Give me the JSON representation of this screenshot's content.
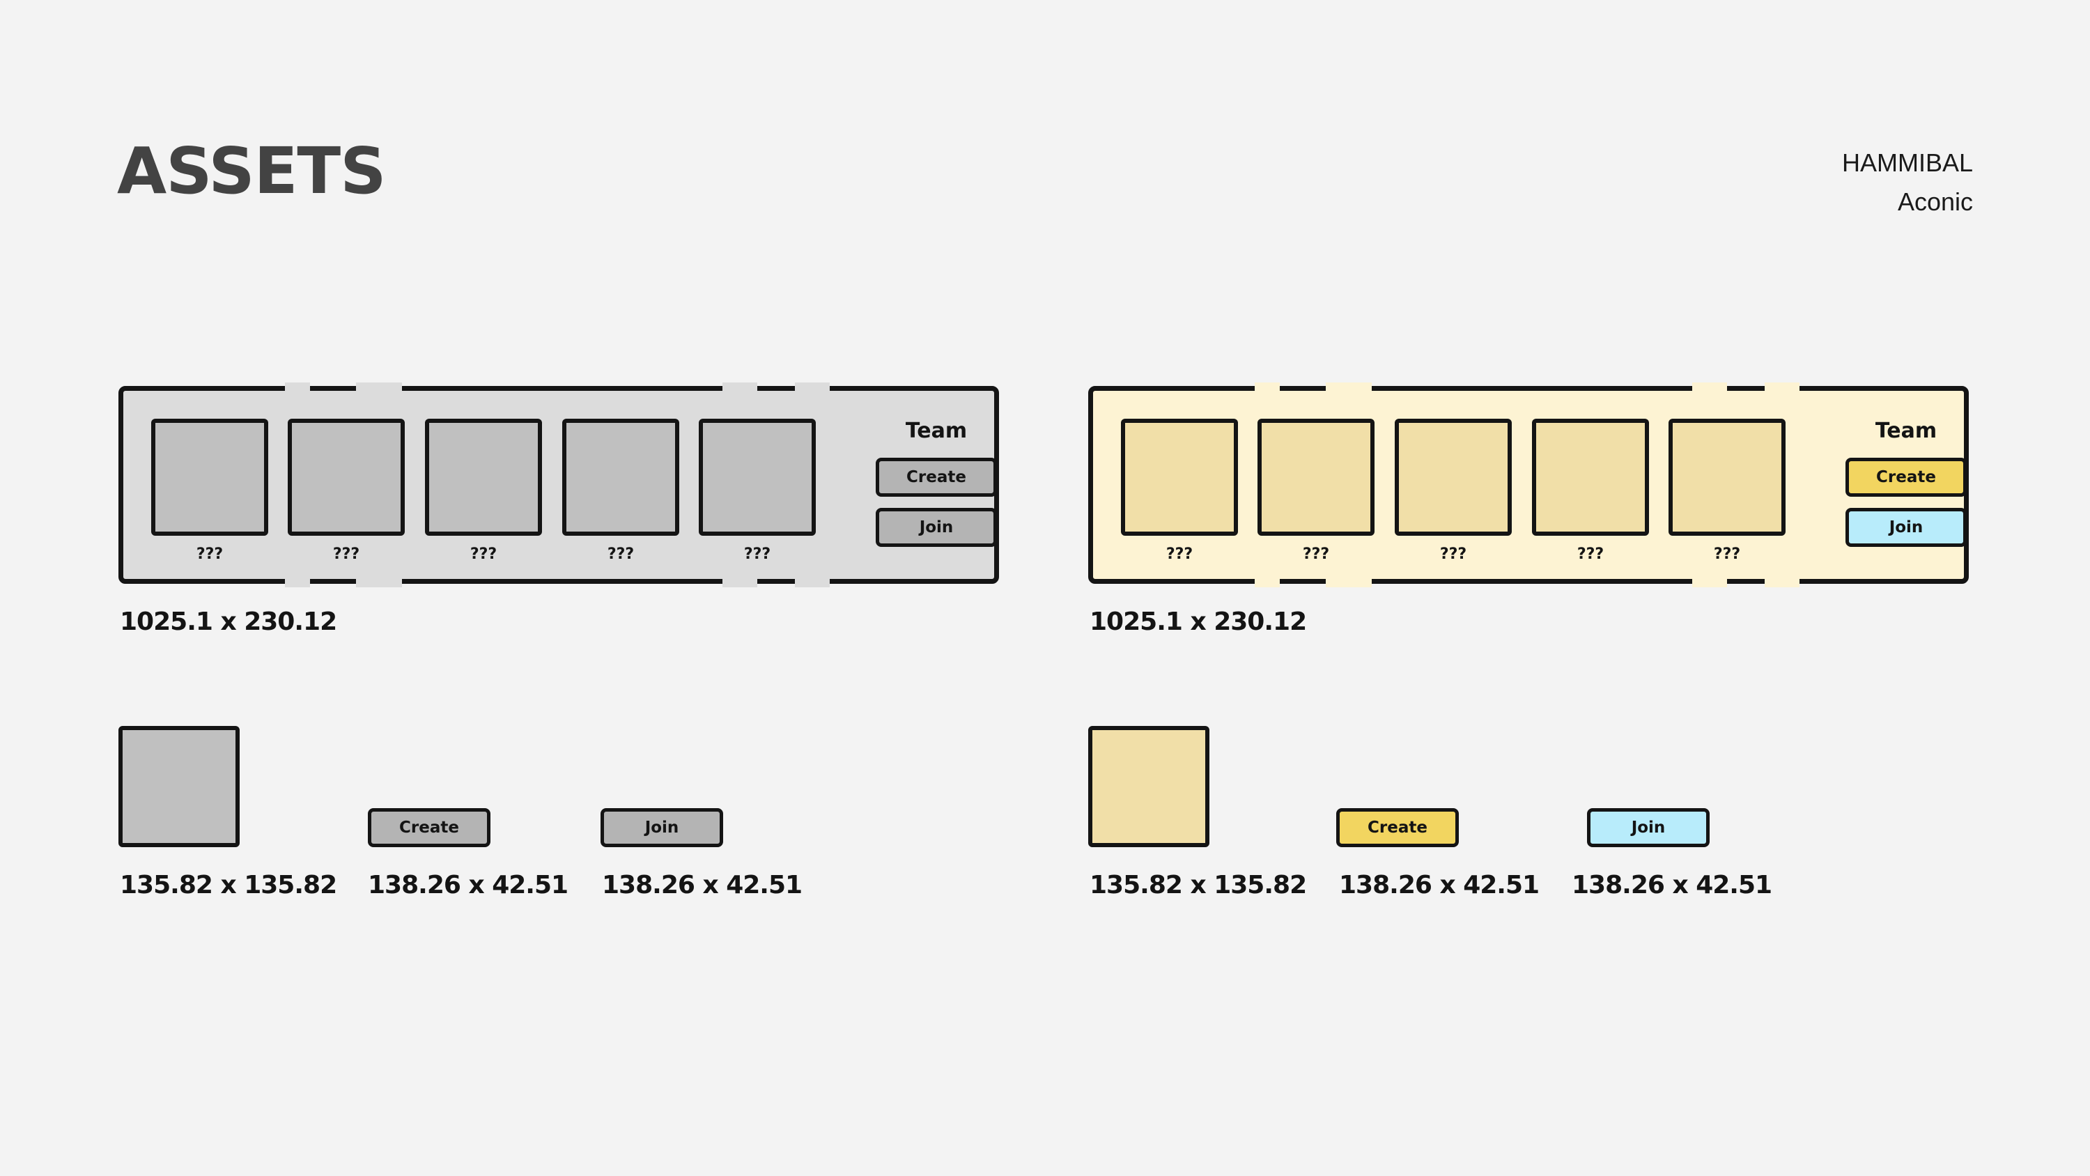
{
  "header": {
    "title": "ASSETS",
    "brand_line1": "HAMMIBAL",
    "brand_line2": "Aconic"
  },
  "panels": [
    {
      "variant": "gray",
      "slot_labels": [
        "???",
        "???",
        "???",
        "???",
        "???"
      ],
      "team_label": "Team",
      "create_label": "Create",
      "join_label": "Join",
      "size_caption": "1025.1 x 230.12"
    },
    {
      "variant": "yellow",
      "slot_labels": [
        "???",
        "???",
        "???",
        "???",
        "???"
      ],
      "team_label": "Team",
      "create_label": "Create",
      "join_label": "Join",
      "size_caption": "1025.1 x 230.12"
    }
  ],
  "assets": [
    {
      "square_caption": "135.82 x 135.82",
      "create_label": "Create",
      "create_caption": "138.26 x 42.51",
      "join_label": "Join",
      "join_caption": "138.26 x 42.51"
    },
    {
      "square_caption": "135.82 x 135.82",
      "create_label": "Create",
      "create_caption": "138.26 x 42.51",
      "join_label": "Join",
      "join_caption": "138.26 x 42.51"
    }
  ],
  "colors": {
    "background": "#f3f3f3",
    "gray_panel": "#dcdcdc",
    "gray_slot": "#c0c0c0",
    "gray_button": "#b4b4b4",
    "yellow_panel": "#fdf3d3",
    "yellow_slot": "#f1dfa8",
    "create_yellow": "#f2d560",
    "join_blue": "#b8ecfb",
    "outline": "#141414"
  }
}
